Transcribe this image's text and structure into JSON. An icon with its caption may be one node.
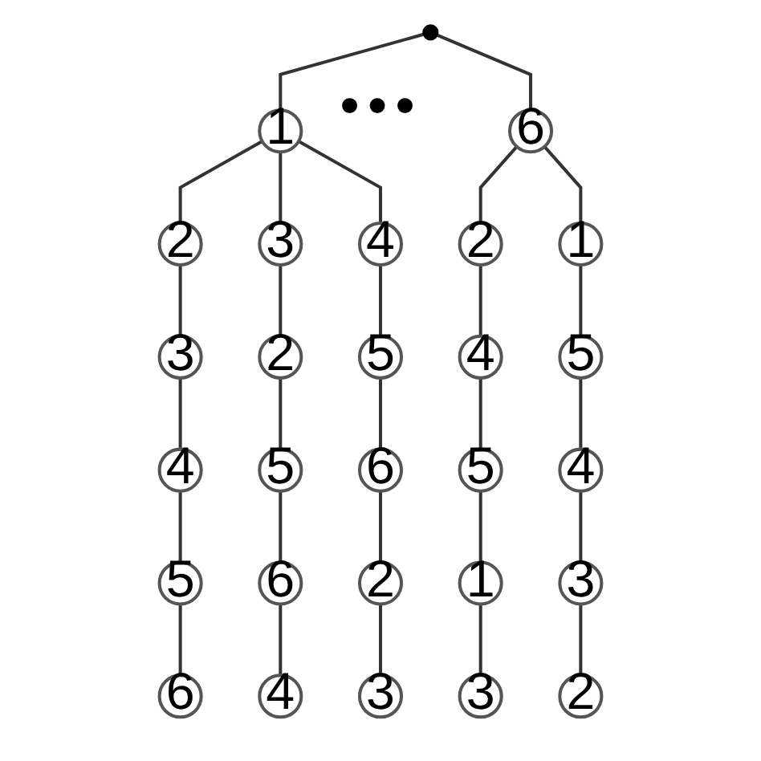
{
  "diagram": {
    "nodes": [
      {
        "text": [],
        "shape": "circle"
      },
      {
        "text": [
          "1"
        ]
      },
      {
        "text": [
          "6"
        ]
      },
      {
        "text": [
          "2"
        ]
      },
      {
        "text": [
          "3"
        ]
      },
      {
        "text": [
          "4"
        ]
      },
      {
        "text": [
          "2"
        ]
      },
      {
        "text": [
          "1"
        ]
      },
      {
        "text": [
          "3"
        ]
      },
      {
        "text": [
          "2"
        ]
      },
      {
        "text": [
          "5"
        ]
      },
      {
        "text": [
          "4"
        ]
      },
      {
        "text": [
          "5"
        ]
      },
      {
        "text": [
          "4"
        ]
      },
      {
        "text": [
          "5"
        ]
      },
      {
        "text": [
          "6"
        ]
      },
      {
        "text": [
          "5"
        ]
      },
      {
        "text": [
          "4"
        ]
      },
      {
        "text": [
          "5"
        ]
      },
      {
        "text": [
          "6"
        ]
      },
      {
        "text": [
          "2"
        ]
      },
      {
        "text": [
          "1"
        ]
      },
      {
        "text": [
          "3"
        ]
      },
      {
        "text": [
          "6"
        ]
      },
      {
        "text": [
          "4"
        ]
      },
      {
        "text": [
          "3"
        ]
      },
      {
        "text": [
          "3"
        ]
      },
      {
        "text": [
          "2"
        ]
      }
    ],
    "edges": [
      {
        "from": 0,
        "to": 1,
        "arrow": "none"
      },
      {
        "from": 0,
        "to": 2,
        "arrow": "none"
      },
      {
        "from": 1,
        "to": 3,
        "arrow": "none"
      },
      {
        "from": 1,
        "to": 4,
        "arrow": "none"
      },
      {
        "from": 1,
        "to": 5,
        "arrow": "none"
      },
      {
        "from": 2,
        "to": 6,
        "arrow": "none"
      },
      {
        "from": 2,
        "to": 7,
        "arrow": "none"
      },
      {
        "from": 3,
        "to": 8,
        "arrow": "none"
      },
      {
        "from": 4,
        "to": 9,
        "arrow": "none"
      },
      {
        "from": 5,
        "to": 10,
        "arrow": "none"
      },
      {
        "from": 6,
        "to": 11,
        "arrow": "none"
      },
      {
        "from": 7,
        "to": 12,
        "arrow": "none"
      },
      {
        "from": 8,
        "to": 13,
        "arrow": "none"
      },
      {
        "from": 9,
        "to": 14,
        "arrow": "none"
      },
      {
        "from": 10,
        "to": 15,
        "arrow": "none"
      },
      {
        "from": 11,
        "to": 16,
        "arrow": "none"
      },
      {
        "from": 12,
        "to": 17,
        "arrow": "none"
      },
      {
        "from": 13,
        "to": 18,
        "arrow": "none"
      },
      {
        "from": 14,
        "to": 19,
        "arrow": "none"
      },
      {
        "from": 15,
        "to": 20,
        "arrow": "none"
      },
      {
        "from": 16,
        "to": 21,
        "arrow": "none"
      },
      {
        "from": 17,
        "to": 22,
        "arrow": "none"
      },
      {
        "from": 18,
        "to": 23,
        "arrow": "none"
      },
      {
        "from": 19,
        "to": 24,
        "arrow": "none"
      },
      {
        "from": 20,
        "to": 25,
        "arrow": "none"
      },
      {
        "from": 21,
        "to": 26,
        "arrow": "none"
      },
      {
        "from": 22,
        "to": 27,
        "arrow": "none"
      }
    ],
    "labels": [
      "●●●"
    ]
  }
}
